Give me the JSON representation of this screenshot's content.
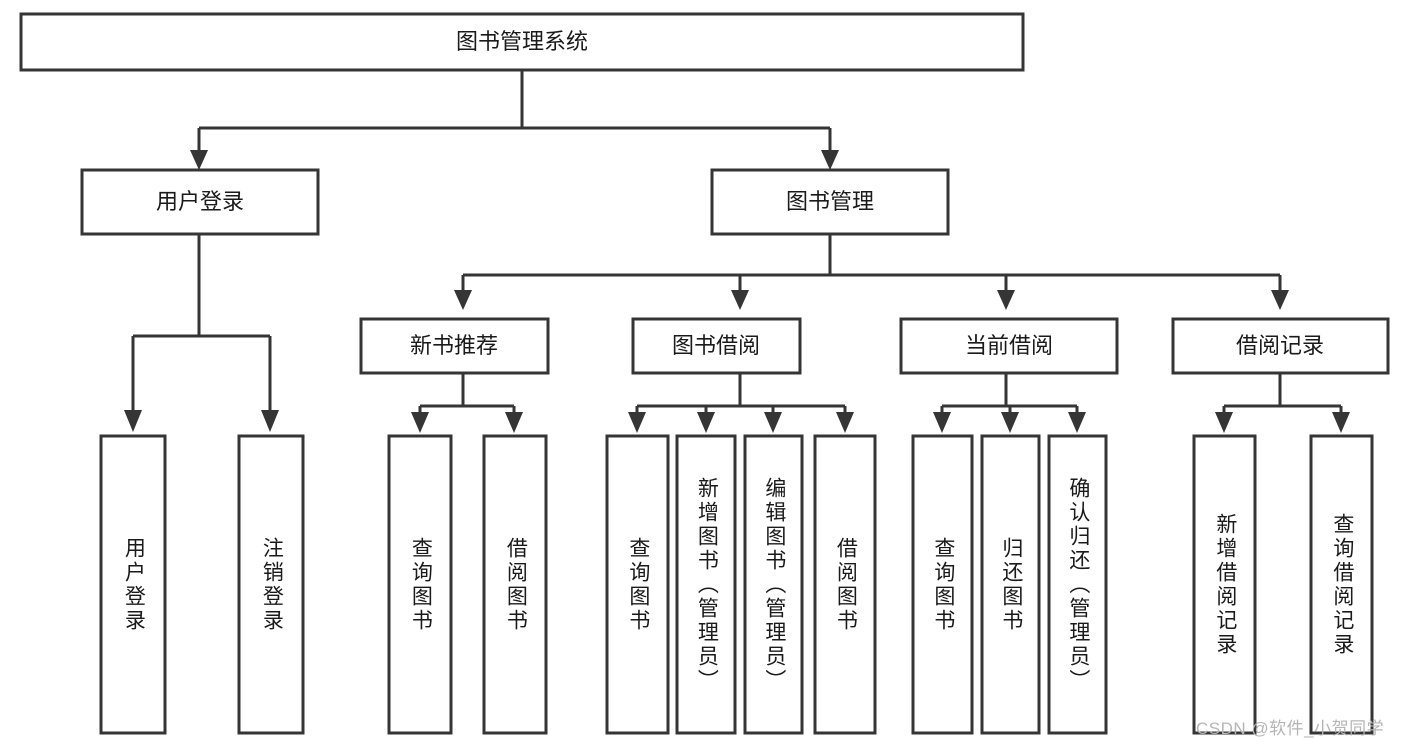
{
  "diagram": {
    "title": "图书管理系统",
    "type": "tree",
    "background_color": "#ffffff",
    "stroke_color": "#353535",
    "text_color": "#1a1a1a",
    "root": {
      "label": "图书管理系统"
    },
    "level1": [
      {
        "label": "用户登录"
      },
      {
        "label": "图书管理"
      }
    ],
    "level2": [
      {
        "label": "新书推荐"
      },
      {
        "label": "图书借阅"
      },
      {
        "label": "当前借阅"
      },
      {
        "label": "借阅记录"
      }
    ],
    "leaves": {
      "user_login": [
        {
          "label": "用户登录"
        },
        {
          "label": "注销登录"
        }
      ],
      "new_book_recommend": [
        {
          "label": "查询图书"
        },
        {
          "label": "借阅图书"
        }
      ],
      "book_borrow": [
        {
          "label": "查询图书"
        },
        {
          "label": "新增图书（管理员）"
        },
        {
          "label": "编辑图书（管理员）"
        },
        {
          "label": "借阅图书"
        }
      ],
      "current_borrow": [
        {
          "label": "查询图书"
        },
        {
          "label": "归还图书"
        },
        {
          "label": "确认归还（管理员）"
        }
      ],
      "borrow_record": [
        {
          "label": "新增借阅记录"
        },
        {
          "label": "查询借阅记录"
        }
      ]
    }
  },
  "watermark": {
    "text": "CSDN @软件_小贺同学",
    "color": "#b5b5b5"
  }
}
